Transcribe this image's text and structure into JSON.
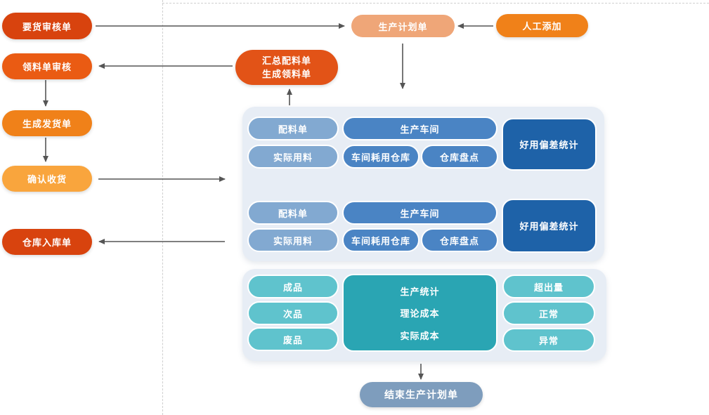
{
  "colors": {
    "deep_orange": "#D8430E",
    "orange": "#EA5B13",
    "mid_orange": "#F08119",
    "light_orange": "#F9A53D",
    "salmon": "#EFA678",
    "red_orange": "#E25317",
    "light_blue": "#82A9D1",
    "mid_blue": "#4A84C4",
    "dark_blue": "#1E62A8",
    "teal": "#5FC3CD",
    "dark_teal": "#2AA5B3",
    "slate_blue": "#7E9DBD",
    "panel_bg": "#E7EDF5",
    "arrow_line": "#555555"
  },
  "left_flow": [
    {
      "label": "要货审核单"
    },
    {
      "label": "领料单审核"
    },
    {
      "label": "生成发货单"
    },
    {
      "label": "确认收货"
    },
    {
      "label": "仓库入库单"
    }
  ],
  "top_row": {
    "production_plan": "生产计划单",
    "manual_add": "人工添加",
    "summary_line1": "汇总配料单",
    "summary_line2": "生成领料单"
  },
  "workshop_panel": {
    "groups": [
      {
        "ingredient_list": "配料单",
        "workshop": "生产车间",
        "actual_usage": "实际用料",
        "workshop_warehouse": "车间耗用仓库",
        "stocktake": "仓库盘点",
        "deviation_stats": "好用偏差统计"
      },
      {
        "ingredient_list": "配料单",
        "workshop": "生产车间",
        "actual_usage": "实际用料",
        "workshop_warehouse": "车间耗用仓库",
        "stocktake": "仓库盘点",
        "deviation_stats": "好用偏差统计"
      }
    ]
  },
  "stats_panel": {
    "products": [
      "成品",
      "次品",
      "废品"
    ],
    "summary": [
      "生产统计",
      "理论成本",
      "实际成本"
    ],
    "statuses": [
      "超出量",
      "正常",
      "异常"
    ]
  },
  "footer": {
    "end_plan": "结束生产计划单"
  }
}
